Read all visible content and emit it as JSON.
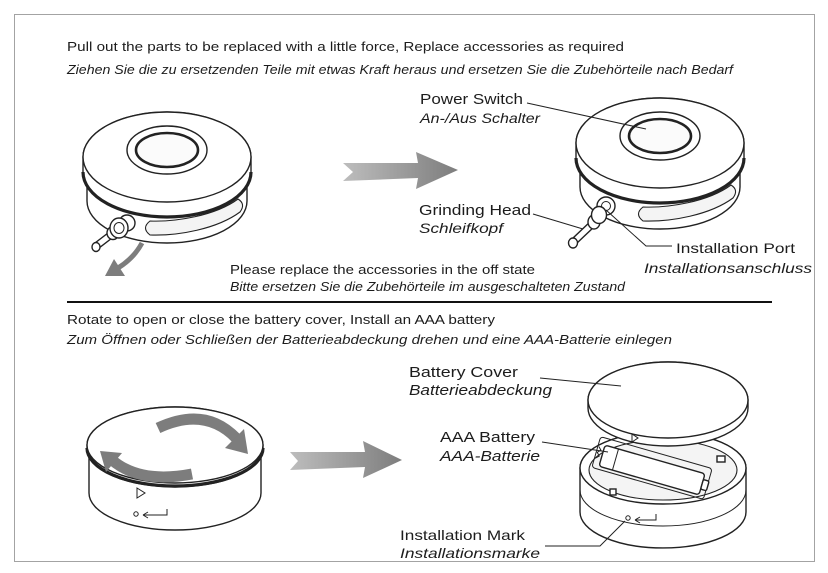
{
  "section_replace": {
    "instruction_en": "Pull out the parts to be replaced with a little force, Replace accessories as required",
    "instruction_de": "Ziehen Sie die zu ersetzenden Teile mit etwas Kraft heraus und ersetzen Sie die Zubehörteile nach Bedarf",
    "power_switch": {
      "en": "Power Switch",
      "de": "An-/Aus Schalter"
    },
    "grinding_head": {
      "en": "Grinding Head",
      "de": "Schleifkopf"
    },
    "installation_port": {
      "en": "Installation Port",
      "de": "Installationsanschluss"
    },
    "note_en": "Please replace the accessories in the off state",
    "note_de": "Bitte ersetzen Sie die Zubehörteile im ausgeschalteten Zustand"
  },
  "section_battery": {
    "instruction_en": "Rotate to open or close the battery cover, Install an AAA battery",
    "instruction_de": "Zum Öffnen oder Schließen der Batterieabdeckung drehen und eine AAA-Batterie einlegen",
    "battery_cover": {
      "en": "Battery Cover",
      "de": "Batterieabdeckung"
    },
    "aaa_battery": {
      "en": "AAA Battery",
      "de": "AAA-Batterie"
    },
    "installation_mark": {
      "en": "Installation Mark",
      "de": "Installationsmarke"
    }
  },
  "icons": {
    "step_arrow": "arrow-right-icon",
    "pull_arrow": "pull-out-arrow-icon",
    "rotate_arrows": "rotate-arrows-icon",
    "cover_marker": "triangle-marker-icon",
    "mark": "installation-mark-icon"
  },
  "colors": {
    "line": "#222222",
    "arrow_light": "#bdbdbd",
    "arrow_dark": "#7d7d7d",
    "border": "#a3a3a3",
    "divider": "#111111",
    "text": "#1c1c1c"
  }
}
